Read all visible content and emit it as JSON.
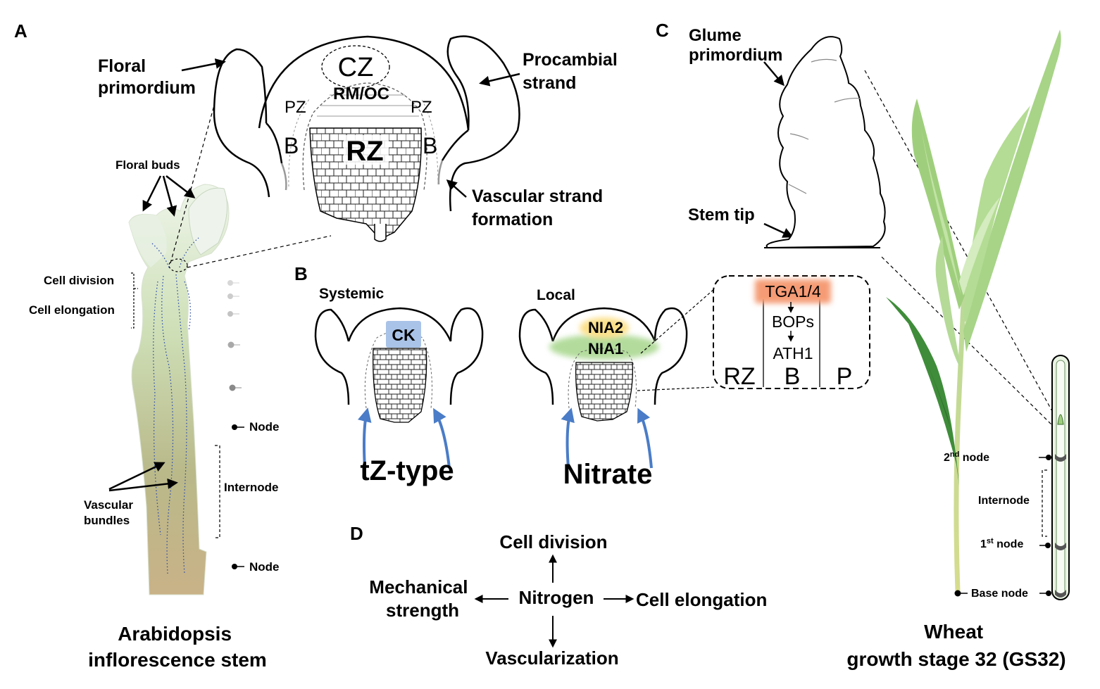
{
  "panel_a": {
    "letter": "A",
    "floral_primordium": [
      "Floral",
      "primordium"
    ],
    "procambial_strand": [
      "Procambial",
      "strand"
    ],
    "vascular_strand_formation": [
      "Vascular strand",
      "formation"
    ],
    "zones": {
      "cz": "CZ",
      "rm_oc": "RM/OC",
      "pz": "PZ",
      "rz": "RZ",
      "b": "B"
    },
    "floral_buds": "Floral buds",
    "cell_division": "Cell division",
    "cell_elongation": "Cell elongation",
    "node": "Node",
    "internode": "Internode",
    "vascular_bundles": [
      "Vascular",
      "bundles"
    ],
    "caption": [
      "Arabidopsis",
      "inflorescence stem"
    ]
  },
  "panel_b": {
    "letter": "B",
    "systemic": "Systemic",
    "local": "Local",
    "ck": "CK",
    "nia2": "NIA2",
    "nia1": "NIA1",
    "tga": "TGA1/4",
    "bops": "BOPs",
    "ath1": "ATH1",
    "rz": "RZ",
    "b": "B",
    "p": "P",
    "tz_type": "tZ-type",
    "nitrate": "Nitrate",
    "colors": {
      "ck": "#a9c3e8",
      "nia2": "#fbe08a",
      "nia1": "#b3dc9c",
      "tga": "#f59b74",
      "arrow": "#4a7cc7"
    }
  },
  "panel_c": {
    "letter": "C",
    "glume_primordium": [
      "Glume",
      "primordium"
    ],
    "stem_tip": "Stem tip",
    "second_node": {
      "num": "2",
      "sup": "nd",
      "rest": " node"
    },
    "internode": "Internode",
    "first_node": {
      "num": "1",
      "sup": "st",
      "rest": " node"
    },
    "base_node": "Base node",
    "caption": [
      "Wheat",
      "growth stage 32 (GS32)"
    ]
  },
  "panel_d": {
    "letter": "D",
    "center": "Nitrogen",
    "up": "Cell division",
    "right": "Cell elongation",
    "down": "Vascularization",
    "left": [
      "Mechanical",
      "strength"
    ]
  }
}
